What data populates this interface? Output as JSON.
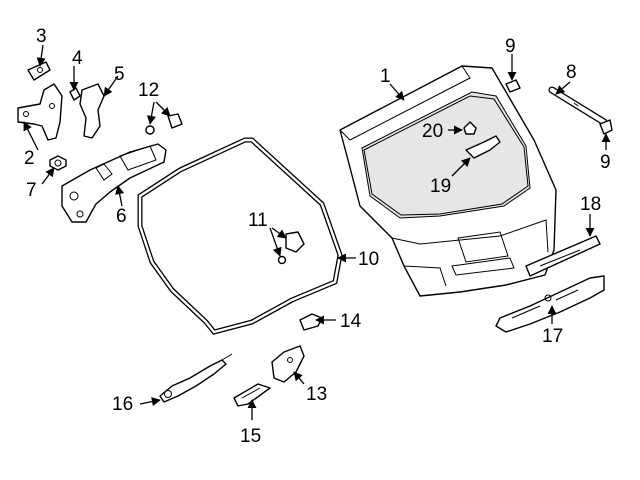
{
  "callouts": {
    "c1": "1",
    "c2": "2",
    "c3": "3",
    "c4": "4",
    "c5": "5",
    "c6": "6",
    "c7": "7",
    "c8": "8",
    "c9a": "9",
    "c9b": "9",
    "c10": "10",
    "c11": "11",
    "c12": "12",
    "c13": "13",
    "c14": "14",
    "c15": "15",
    "c16": "16",
    "c17": "17",
    "c18": "18",
    "c19": "19",
    "c20": "20"
  }
}
